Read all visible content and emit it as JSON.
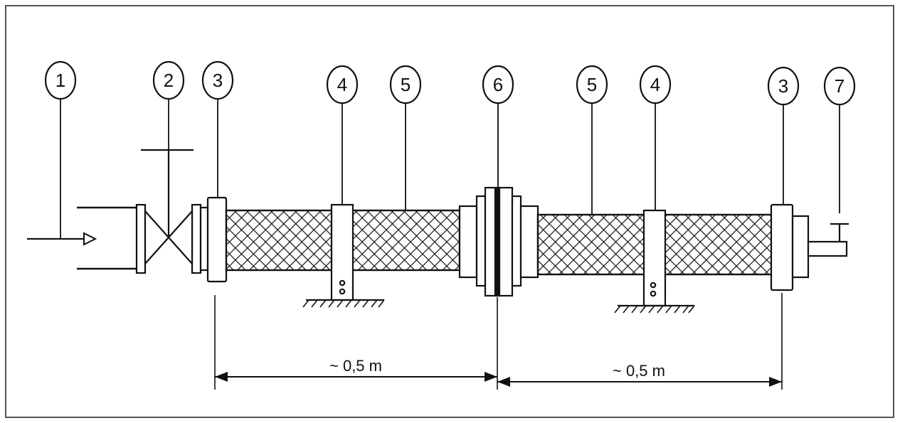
{
  "callouts": {
    "c1": "1",
    "c2": "2",
    "c3a": "3",
    "c4a": "4",
    "c5a": "5",
    "c6": "6",
    "c5b": "5",
    "c4b": "4",
    "c3b": "3",
    "c7": "7"
  },
  "dimensions": {
    "left": "~ 0,5 m",
    "right": "~ 0,5 m"
  }
}
